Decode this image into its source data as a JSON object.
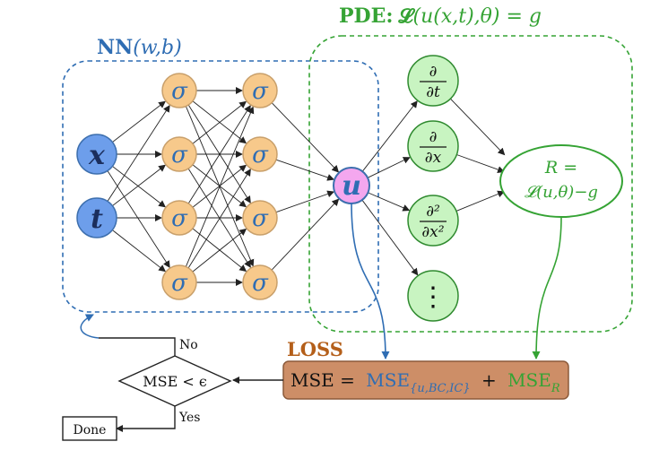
{
  "nn_block": {
    "title_bold": "NN",
    "title_params": "(w,b)",
    "inputs": [
      "x",
      "t"
    ],
    "activation_symbol": "σ",
    "output_symbol": "u"
  },
  "pde_block": {
    "title_bold": "PDE:",
    "title_operator": "𝓛",
    "title_eq": "(u(x,t),θ) = g",
    "derivatives": [
      {
        "num": "∂",
        "den": "∂t"
      },
      {
        "num": "∂",
        "den": "∂x"
      },
      {
        "num": "∂²",
        "den": "∂x²"
      },
      {
        "num": "⋮",
        "den": ""
      }
    ],
    "residual_line1": "R =",
    "residual_line2": "𝓛(u,θ)−g"
  },
  "loss_block": {
    "title": "LOSS",
    "mse_label": "MSE =",
    "mse_u": "MSE",
    "mse_u_sub": "{u,BC,IC}",
    "plus": "+",
    "mse_r": "MSE",
    "mse_r_sub": "R"
  },
  "decision": {
    "condition": "MSE < ϵ",
    "no_label": "No",
    "yes_label": "Yes",
    "done_label": "Done"
  },
  "colors": {
    "nn_blue": "#2f6db3",
    "input_fill": "#6d9eeb",
    "sigma_fill": "#f7c98b",
    "sigma_stroke": "#c9a06b",
    "output_fill": "#f4a7ef",
    "pde_green": "#35a334",
    "deriv_fill": "#c8f4c1",
    "loss_title": "#b45f1a",
    "loss_fill": "#cd8e67",
    "loss_stroke": "#8c5a3a",
    "mse_blue": "#2f6db3",
    "mse_green": "#35a334"
  }
}
